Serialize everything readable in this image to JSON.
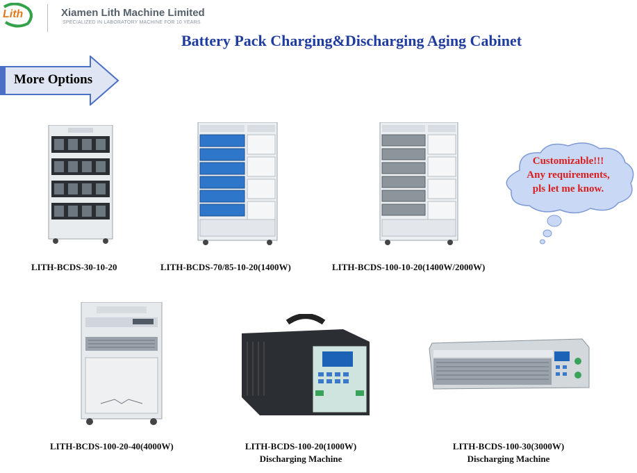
{
  "header": {
    "logo_text": "Lith",
    "company_name": "Xiamen Lith Machine Limited",
    "tagline": "SPECIALIZED IN LABORATORY MACHINE FOR 10 YEARS"
  },
  "title": "Battery Pack Charging&Discharging Aging Cabinet",
  "more_options": "More Options",
  "callout": {
    "line1": "Customizable!!!",
    "line2": "Any requirements,",
    "line3": "pls let me know."
  },
  "products": [
    {
      "model": "LITH-BCDS-30-10-20"
    },
    {
      "model": "LITH-BCDS-70/85-10-20(1400W)"
    },
    {
      "model": "LITH-BCDS-100-10-20(1400W/2000W)"
    },
    {
      "model": "LITH-BCDS-100-20-40(4000W)"
    },
    {
      "model": "LITH-BCDS-100-20(1000W)",
      "subtitle": "Discharging Machine"
    },
    {
      "model": "LITH-BCDS-100-30(3000W)",
      "subtitle": "Discharging Machine"
    }
  ],
  "colors": {
    "title_blue": "#1f3c9e",
    "arrow_fill": "#dfe5f2",
    "arrow_stroke": "#4a6fc4",
    "callout_text": "#d81e1e",
    "cloud_fill": "#c9d8f5",
    "logo_green": "#33a24a",
    "logo_orange": "#e07a1a"
  }
}
